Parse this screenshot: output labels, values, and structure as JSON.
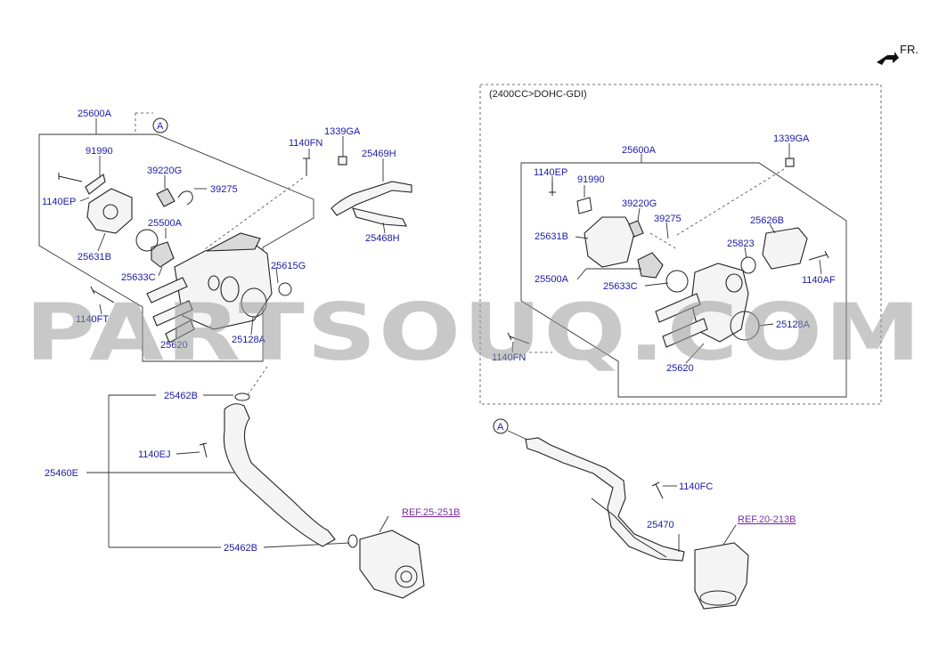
{
  "direction": {
    "label": "FR."
  },
  "variant_box": {
    "label": "(2400CC>DOHC-GDI)"
  },
  "callout": {
    "circle_label": "A"
  },
  "left_group": {
    "labels": [
      "25600A",
      "91990",
      "1140EP",
      "39220G",
      "39275",
      "25500A",
      "25631B",
      "25633C",
      "1140FT",
      "25615G",
      "25620",
      "25128A",
      "1140FN",
      "1339GA",
      "25469H",
      "25468H"
    ]
  },
  "right_group": {
    "labels": [
      "25600A",
      "1339GA",
      "1140EP",
      "91990",
      "39220G",
      "39275",
      "25626B",
      "25631B",
      "25823",
      "25500A",
      "25633C",
      "1140AF",
      "25128A",
      "1140FN",
      "25620"
    ]
  },
  "lower_left": {
    "labels": [
      "25462B",
      "1140EJ",
      "25460E",
      "25462B"
    ],
    "ref": "REF.25-251B"
  },
  "lower_right": {
    "labels": [
      "1140FC",
      "25470"
    ],
    "ref": "REF.20-213B"
  },
  "watermark": {
    "text": "PARTSOUQ.COM"
  }
}
